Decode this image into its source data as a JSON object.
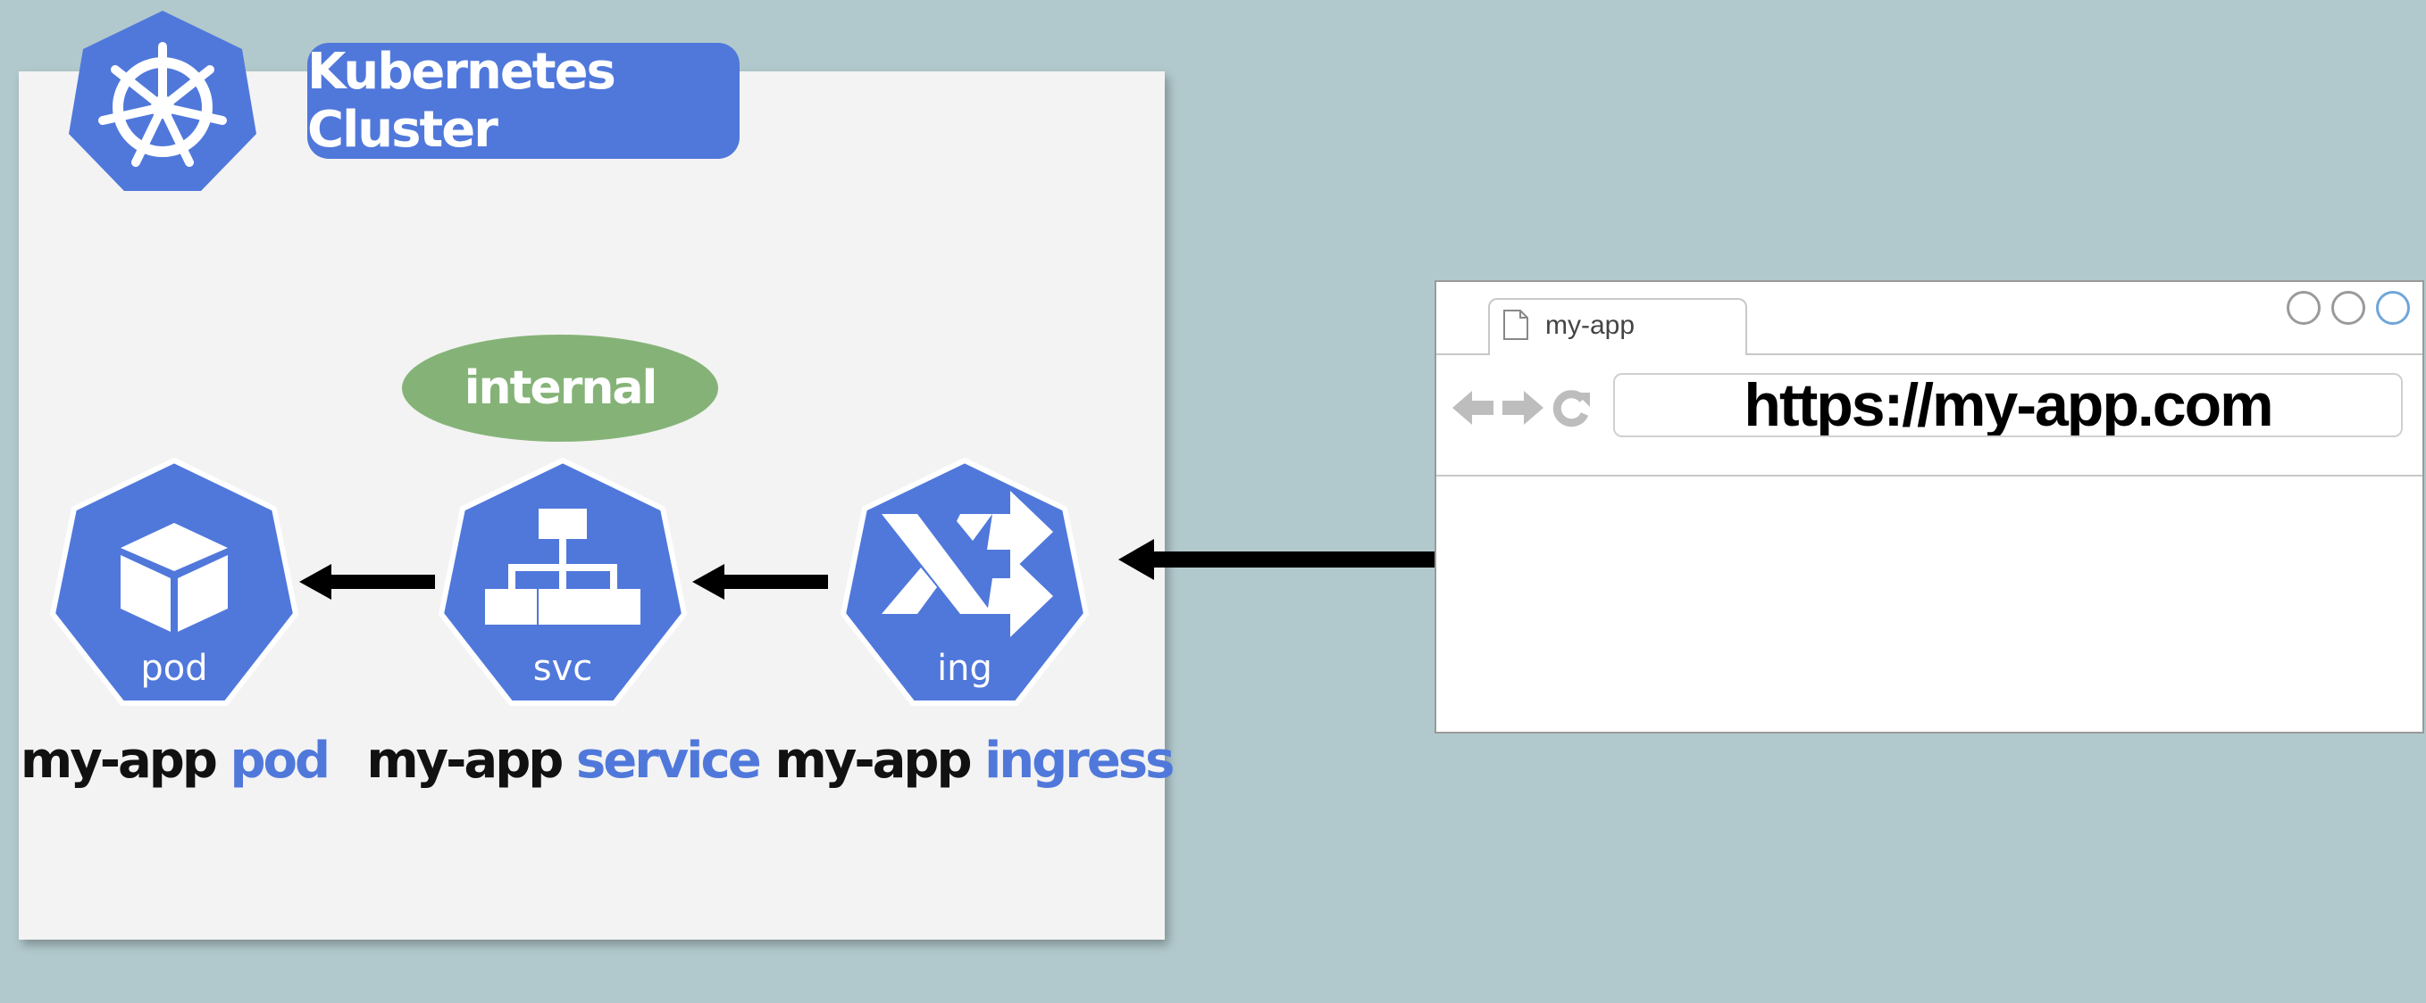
{
  "cluster": {
    "label": "Kubernetes Cluster",
    "internal_badge": "internal"
  },
  "nodes": [
    {
      "icon_name": "cube-icon",
      "short": "pod",
      "name": "my-app",
      "kind": "pod"
    },
    {
      "icon_name": "network-tree-icon",
      "short": "svc",
      "name": "my-app",
      "kind": "service"
    },
    {
      "icon_name": "shuffle-arrows-icon",
      "short": "ing",
      "name": "my-app",
      "kind": "ingress"
    }
  ],
  "browser": {
    "tab_title": "my-app",
    "url": "https://my-app.com"
  },
  "colors": {
    "background": "#b1c9cd",
    "kubernetes_blue": "#5078db",
    "internal_green": "#85b377",
    "panel": "#f3f3f3"
  }
}
